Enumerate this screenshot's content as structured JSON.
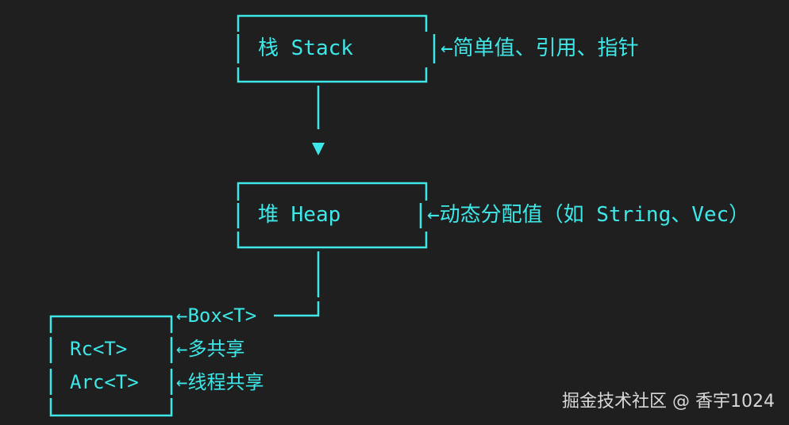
{
  "stack": {
    "label": "栈 Stack",
    "note": "←简单值、引用、指针"
  },
  "heap": {
    "label": "堆 Heap",
    "note": "←动态分配值（如 String、Vec）"
  },
  "box_edge": {
    "label": "←Box<T>"
  },
  "shared": {
    "rc_label": "Rc<T>",
    "rc_note": "←多共享",
    "arc_label": "Arc<T>",
    "arc_note": "←线程共享"
  },
  "watermark": "掘金技术社区 @ 香宇1024",
  "colors": {
    "background": "#1f1f1f",
    "line": "#3ee8e8",
    "watermark": "#d8d8d8"
  }
}
